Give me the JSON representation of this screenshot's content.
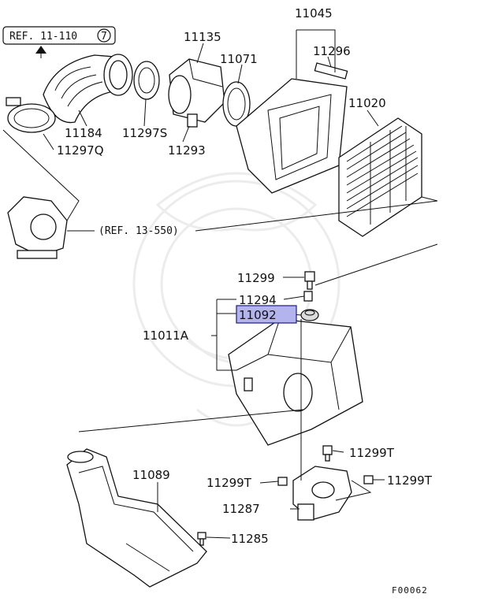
{
  "diagram": {
    "references": {
      "ref_top": "REF. 11-110",
      "ref_top_circle": "7",
      "ref_mid": "(REF. 13-550)"
    },
    "parts": {
      "p11045": "11045",
      "p11135": "11135",
      "p11296": "11296",
      "p11071": "11071",
      "p11020": "11020",
      "p11184": "11184",
      "p11297s": "11297S",
      "p11293": "11293",
      "p11297q": "11297Q",
      "p11299": "11299",
      "p11294": "11294",
      "p11092": "11092",
      "p11011a": "11011A",
      "p11299t_a": "11299T",
      "p11089": "11089",
      "p11299t_b": "11299T",
      "p11299t_c": "11299T",
      "p11287": "11287",
      "p11285": "11285"
    },
    "highlight_color": "#b3b3ee",
    "figure_id": "F00062"
  }
}
